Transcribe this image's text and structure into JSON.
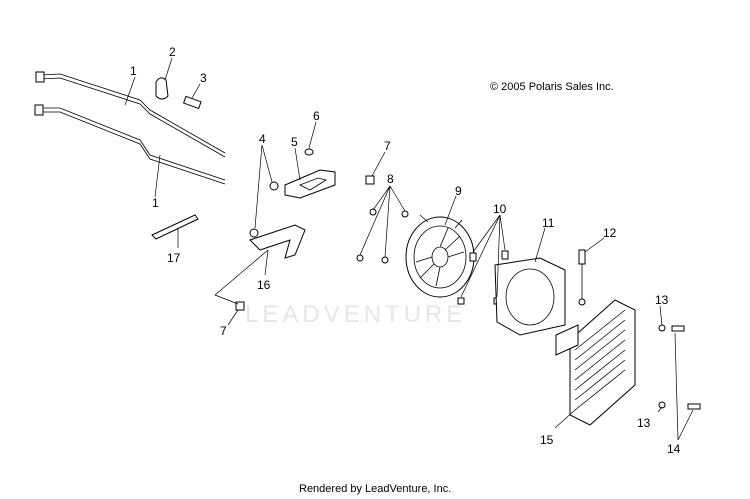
{
  "copyright": "© 2005 Polaris Sales Inc.",
  "watermark": "LEADVENTURE",
  "footer": "Rendered by LeadVenture, Inc.",
  "callouts": {
    "c1a": "1",
    "c1b": "1",
    "c2": "2",
    "c3": "3",
    "c4": "4",
    "c5": "5",
    "c6": "6",
    "c7a": "7",
    "c7b": "7",
    "c8": "8",
    "c9": "9",
    "c10": "10",
    "c11": "11",
    "c12": "12",
    "c13a": "13",
    "c13b": "13",
    "c14": "14",
    "c15": "15",
    "c16": "16",
    "c17": "17"
  }
}
